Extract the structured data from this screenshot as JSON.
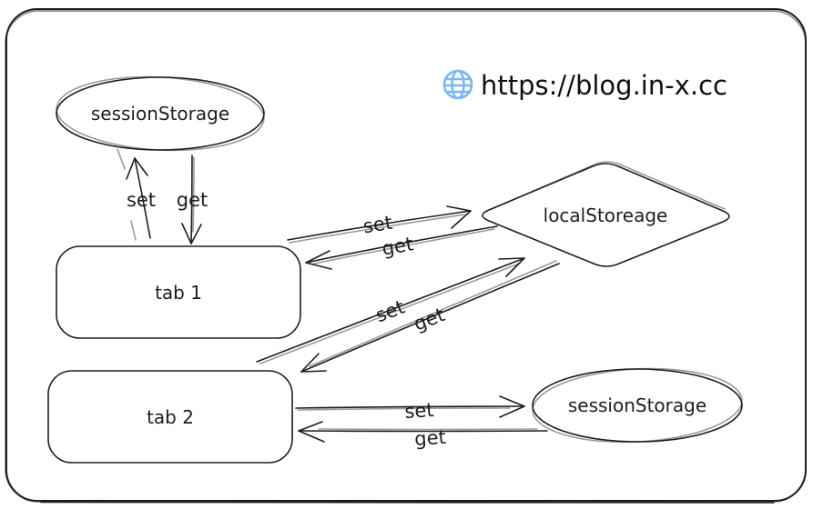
{
  "page": {
    "background_color": "#ffffff",
    "stroke_color": "#1e1e1e"
  },
  "header": {
    "globe_icon": "globe-with-meridians-icon",
    "globe_icon_color": "#7ab8f0",
    "url_label": "https://blog.in-x.cc"
  },
  "nodes": {
    "session_storage_top": {
      "label": "sessionStorage"
    },
    "local_storage": {
      "label": "localStoreage"
    },
    "tab_1": {
      "label": "tab 1"
    },
    "tab_2": {
      "label": "tab 2"
    },
    "session_storage_bottom": {
      "label": "sessionStorage"
    }
  },
  "edges": {
    "tab1_to_session_top": {
      "label": "set"
    },
    "session_top_to_tab1": {
      "label": "get"
    },
    "tab1_to_local": {
      "label": "set"
    },
    "local_to_tab1": {
      "label": "get"
    },
    "tab2_to_local": {
      "label": "set"
    },
    "local_to_tab2": {
      "label": "get"
    },
    "tab2_to_session_bottom": {
      "label": "set"
    },
    "session_bottom_to_tab2": {
      "label": "get"
    }
  }
}
